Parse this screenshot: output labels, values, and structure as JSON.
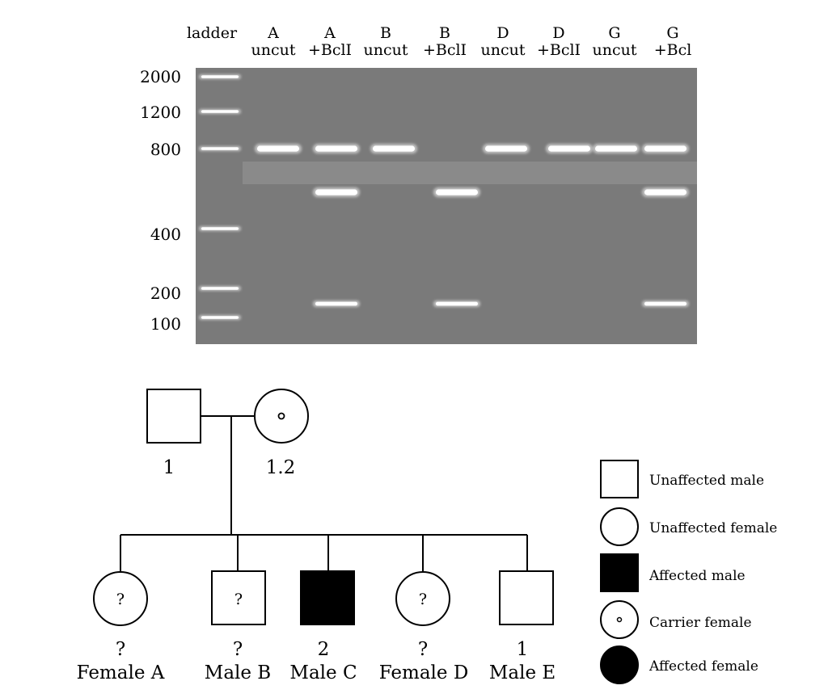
{
  "gel": {
    "lanes": [
      {
        "top": "ladder",
        "bottom": ""
      },
      {
        "top": "A",
        "bottom": "uncut"
      },
      {
        "top": "A",
        "bottom": "+BclI"
      },
      {
        "top": "B",
        "bottom": "uncut"
      },
      {
        "top": "B",
        "bottom": "+BclI"
      },
      {
        "top": "D",
        "bottom": "uncut"
      },
      {
        "top": "D",
        "bottom": "+BclI"
      },
      {
        "top": "G",
        "bottom": "uncut"
      },
      {
        "top": "G",
        "bottom": "+Bcl"
      }
    ],
    "size_markers": [
      "2000",
      "1200",
      "800",
      "400",
      "200",
      "100"
    ],
    "bands_bp": {
      "ladder": [
        2000,
        1200,
        800,
        400,
        200,
        100
      ],
      "A uncut": [
        800
      ],
      "A +BclI": [
        800,
        600,
        150
      ],
      "B uncut": [
        800
      ],
      "B +BclI": [
        600,
        150
      ],
      "D uncut": [
        800
      ],
      "D +BclI": [
        800
      ],
      "G uncut": [
        800
      ],
      "G +Bcl": [
        800,
        600,
        150
      ]
    }
  },
  "pedigree": {
    "parents": [
      {
        "label": "1",
        "type": "unaffected-male"
      },
      {
        "label": "1.2",
        "type": "carrier-female"
      }
    ],
    "children": [
      {
        "name": "Female A",
        "number": "?",
        "symbol_mark": "?",
        "type": "unknown-female"
      },
      {
        "name": "Male B",
        "number": "?",
        "symbol_mark": "?",
        "type": "unknown-male"
      },
      {
        "name": "Male C",
        "number": "2",
        "symbol_mark": "",
        "type": "affected-male"
      },
      {
        "name": "Female D",
        "number": "?",
        "symbol_mark": "?",
        "type": "unknown-female"
      },
      {
        "name": "Male E",
        "number": "1",
        "symbol_mark": "",
        "type": "unaffected-male"
      }
    ]
  },
  "legend": {
    "items": [
      {
        "label": "Unaffected male",
        "type": "unaffected-male"
      },
      {
        "label": "Unaffected female",
        "type": "unaffected-female"
      },
      {
        "label": "Affected male",
        "type": "affected-male"
      },
      {
        "label": "Carrier female",
        "type": "carrier-female"
      },
      {
        "label": "Affected female",
        "type": "affected-female"
      }
    ]
  },
  "colors": {
    "gel_background": "#7a7a7a",
    "band": "#ffffff",
    "affected_fill": "#000000"
  }
}
